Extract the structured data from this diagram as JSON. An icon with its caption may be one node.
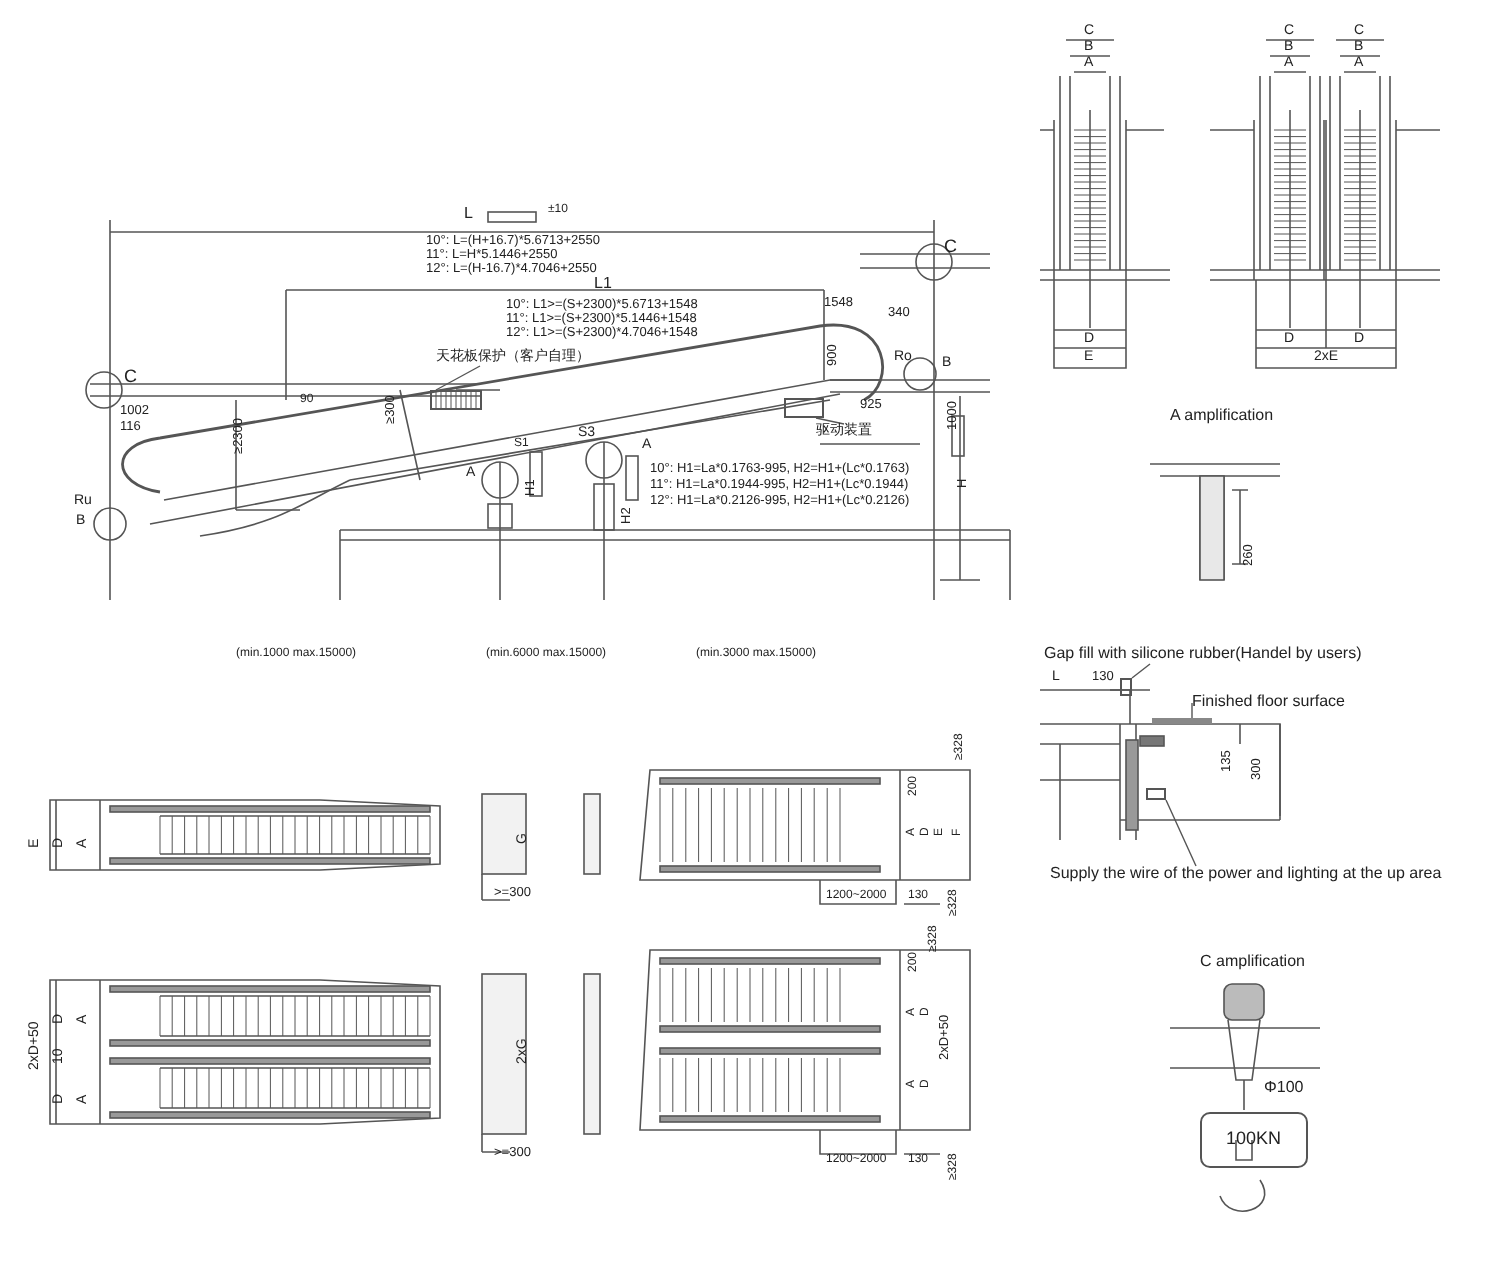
{
  "diagram": {
    "nodes": [
      {
        "text": [
          "天花板保护（客户自理）"
        ]
      },
      {
        "text": [
          "驱动装置"
        ]
      },
      {
        "text": [
          "Gap fill with silicone rubber(Handel by users)"
        ]
      },
      {
        "text": [
          "Finished floor surface"
        ]
      },
      {
        "text": [
          "Supply the wire of the power and lighting at the up area"
        ]
      },
      {
        "text": [
          "100KN"
        ]
      },
      {
        "text": [],
        "shape": "box"
      },
      {
        "text": [],
        "shape": "box"
      },
      {
        "text": [],
        "shape": "box"
      },
      {
        "text": [],
        "shape": "bar"
      },
      {
        "text": [],
        "shape": "box"
      }
    ],
    "edges": [
      {
        "from": 0,
        "to": 6,
        "arrow": "none"
      },
      {
        "from": 1,
        "to": 7,
        "arrow": "none"
      },
      {
        "from": 2,
        "to": 8,
        "arrow": "none"
      },
      {
        "from": 3,
        "to": 9,
        "arrow": "none"
      },
      {
        "from": 4,
        "to": 10,
        "arrow": "none"
      }
    ],
    "labels": [
      "C",
      "B",
      "A",
      "C",
      "B",
      "A",
      "C",
      "B",
      "A",
      "D",
      "E",
      "D",
      "D",
      "2xE",
      "L",
      "±10",
      "10°: L=(H+16.7)*5.6713+2550",
      "11°: L=H*5.1446+2550",
      "12°: L=(H-16.7)*4.7046+2550",
      "C",
      "L1",
      "10°: L1>=(S+2300)*5.6713+1548",
      "11°: L1>=(S+2300)*5.1446+1548",
      "12°: L1>=(S+2300)*4.7046+1548",
      "1548",
      "340",
      "C",
      "900",
      "Ro",
      "B",
      "925",
      "1000",
      "90",
      "≥300",
      "≥2300",
      "1002",
      "116",
      "Ru",
      "B",
      "S3",
      "S1",
      "A",
      "A",
      "H1",
      "H2",
      "H",
      "10°: H1=La*0.1763-995, H2=H1+(Lc*0.1763)",
      "11°: H1=La*0.1944-995, H2=H1+(Lc*0.1944)",
      "12°: H1=La*0.2126-995, H2=H1+(Lc*0.2126)",
      "A amplification",
      "260",
      "(min.1000 max.15000)",
      "(min.6000 max.15000)",
      "(min.3000 max.15000)",
      "L",
      "130",
      "135",
      "300",
      "E",
      "D",
      "A",
      "G",
      ">=300",
      "200",
      "≥328",
      "A",
      "D",
      "E",
      "F",
      "1200~2000",
      "130",
      "≥328",
      "C amplification",
      "2xD+50",
      "D",
      "A",
      "10",
      "D",
      "A",
      "2xG",
      ">=300",
      "≥328",
      "200",
      "A",
      "D",
      "A",
      "D",
      "2xD+50",
      "1200~2000",
      "130",
      "≥328",
      "Φ100"
    ]
  }
}
